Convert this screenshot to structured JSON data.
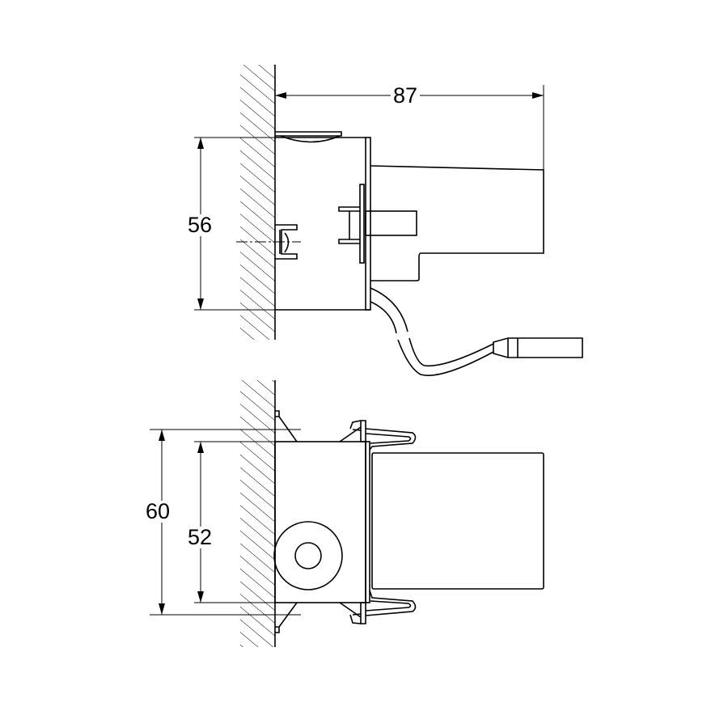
{
  "dimensions": {
    "depth": "87",
    "side_height": "56",
    "front_outer_height": "60",
    "front_inner_height": "52"
  },
  "colors": {
    "line": "#000000",
    "background": "#ffffff"
  }
}
